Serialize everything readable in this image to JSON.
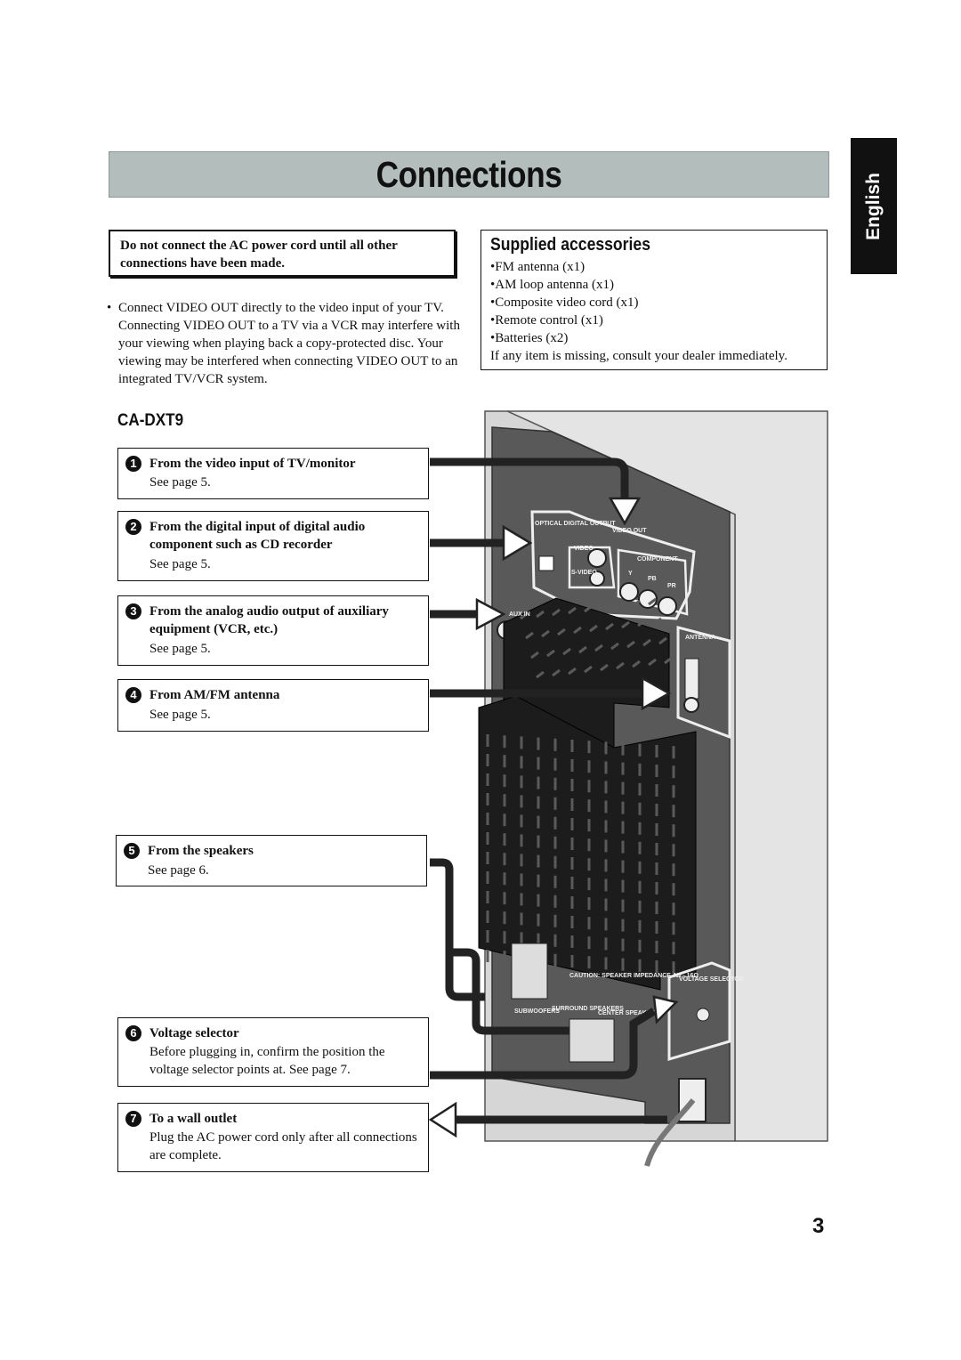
{
  "page": {
    "title": "Connections",
    "language_tab": "English",
    "page_number": "3"
  },
  "warning": {
    "text": "Do not connect the AC power cord until all other connections have been made."
  },
  "note": {
    "text": "Connect VIDEO OUT directly to the video input of your TV. Connecting VIDEO OUT to a TV via a VCR may interfere with your viewing when playing back a copy-protected disc. Your viewing may be interfered when connecting VIDEO OUT to an integrated TV/VCR system."
  },
  "accessories": {
    "title": "Supplied accessories",
    "items": [
      "FM antenna (x1)",
      "AM loop antenna (x1)",
      "Composite video cord (x1)",
      "Remote control (x1)",
      "Batteries (x2)"
    ],
    "footer": "If any item is missing, consult your dealer immediately."
  },
  "model": "CA-DXT9",
  "callouts": [
    {
      "num": "1",
      "head": "From the video input of TV/monitor",
      "body": "See page 5."
    },
    {
      "num": "2",
      "head": "From the digital input of digital audio component such as CD recorder",
      "body": "See page 5."
    },
    {
      "num": "3",
      "head": "From the analog audio output of auxiliary equipment (VCR, etc.)",
      "body": "See page 5."
    },
    {
      "num": "4",
      "head": "From AM/FM antenna",
      "body": "See page 5."
    },
    {
      "num": "5",
      "head": "From the speakers",
      "body": "See page 6."
    },
    {
      "num": "6",
      "head": "Voltage selector",
      "body": "Before plugging in, confirm the position the voltage selector points at. See page 7."
    },
    {
      "num": "7",
      "head": "To a wall outlet",
      "body": "Plug the AC power cord only after all connections are complete."
    }
  ],
  "panel_labels": {
    "optical": "OPTICAL DIGITAL OUTPUT",
    "video_out": "VIDEO OUT",
    "video": "VIDEO",
    "s_video": "S-VIDEO",
    "component": "COMPONENT",
    "y": "Y",
    "pb": "PB",
    "pr": "PR",
    "aux": "AUX IN",
    "antenna": "ANTENNA",
    "caution": "CAUTION: SPEAKER IMPEDANCE 4Ω - 16Ω",
    "subwoofers": "SUBWOOFERS",
    "surround": "SURROUND SPEAKERS",
    "center": "CENTER SPEAKER",
    "voltage": "VOLTAGE SELECTOR"
  }
}
